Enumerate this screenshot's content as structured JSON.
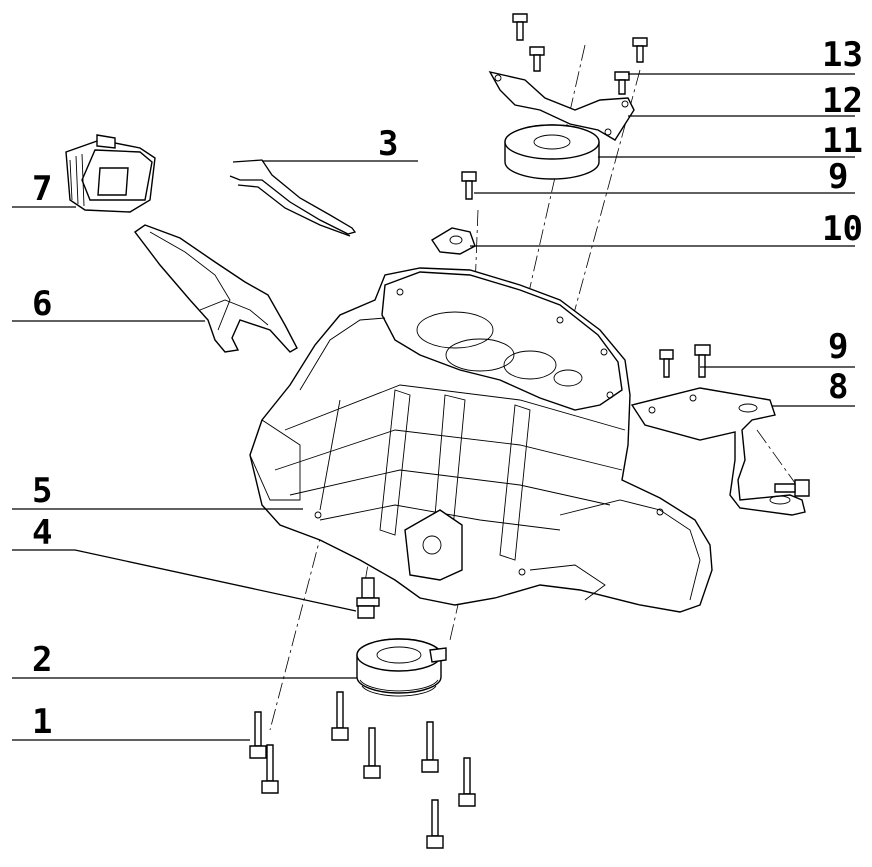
{
  "callouts": [
    {
      "id": "1",
      "label": "1"
    },
    {
      "id": "2",
      "label": "2"
    },
    {
      "id": "3",
      "label": "3"
    },
    {
      "id": "4",
      "label": "4"
    },
    {
      "id": "5",
      "label": "5"
    },
    {
      "id": "6",
      "label": "6"
    },
    {
      "id": "7",
      "label": "7"
    },
    {
      "id": "8",
      "label": "8"
    },
    {
      "id": "9a",
      "label": "9"
    },
    {
      "id": "9b",
      "label": "9"
    },
    {
      "id": "10",
      "label": "10"
    },
    {
      "id": "11",
      "label": "11"
    },
    {
      "id": "12",
      "label": "12"
    },
    {
      "id": "13",
      "label": "13"
    }
  ]
}
